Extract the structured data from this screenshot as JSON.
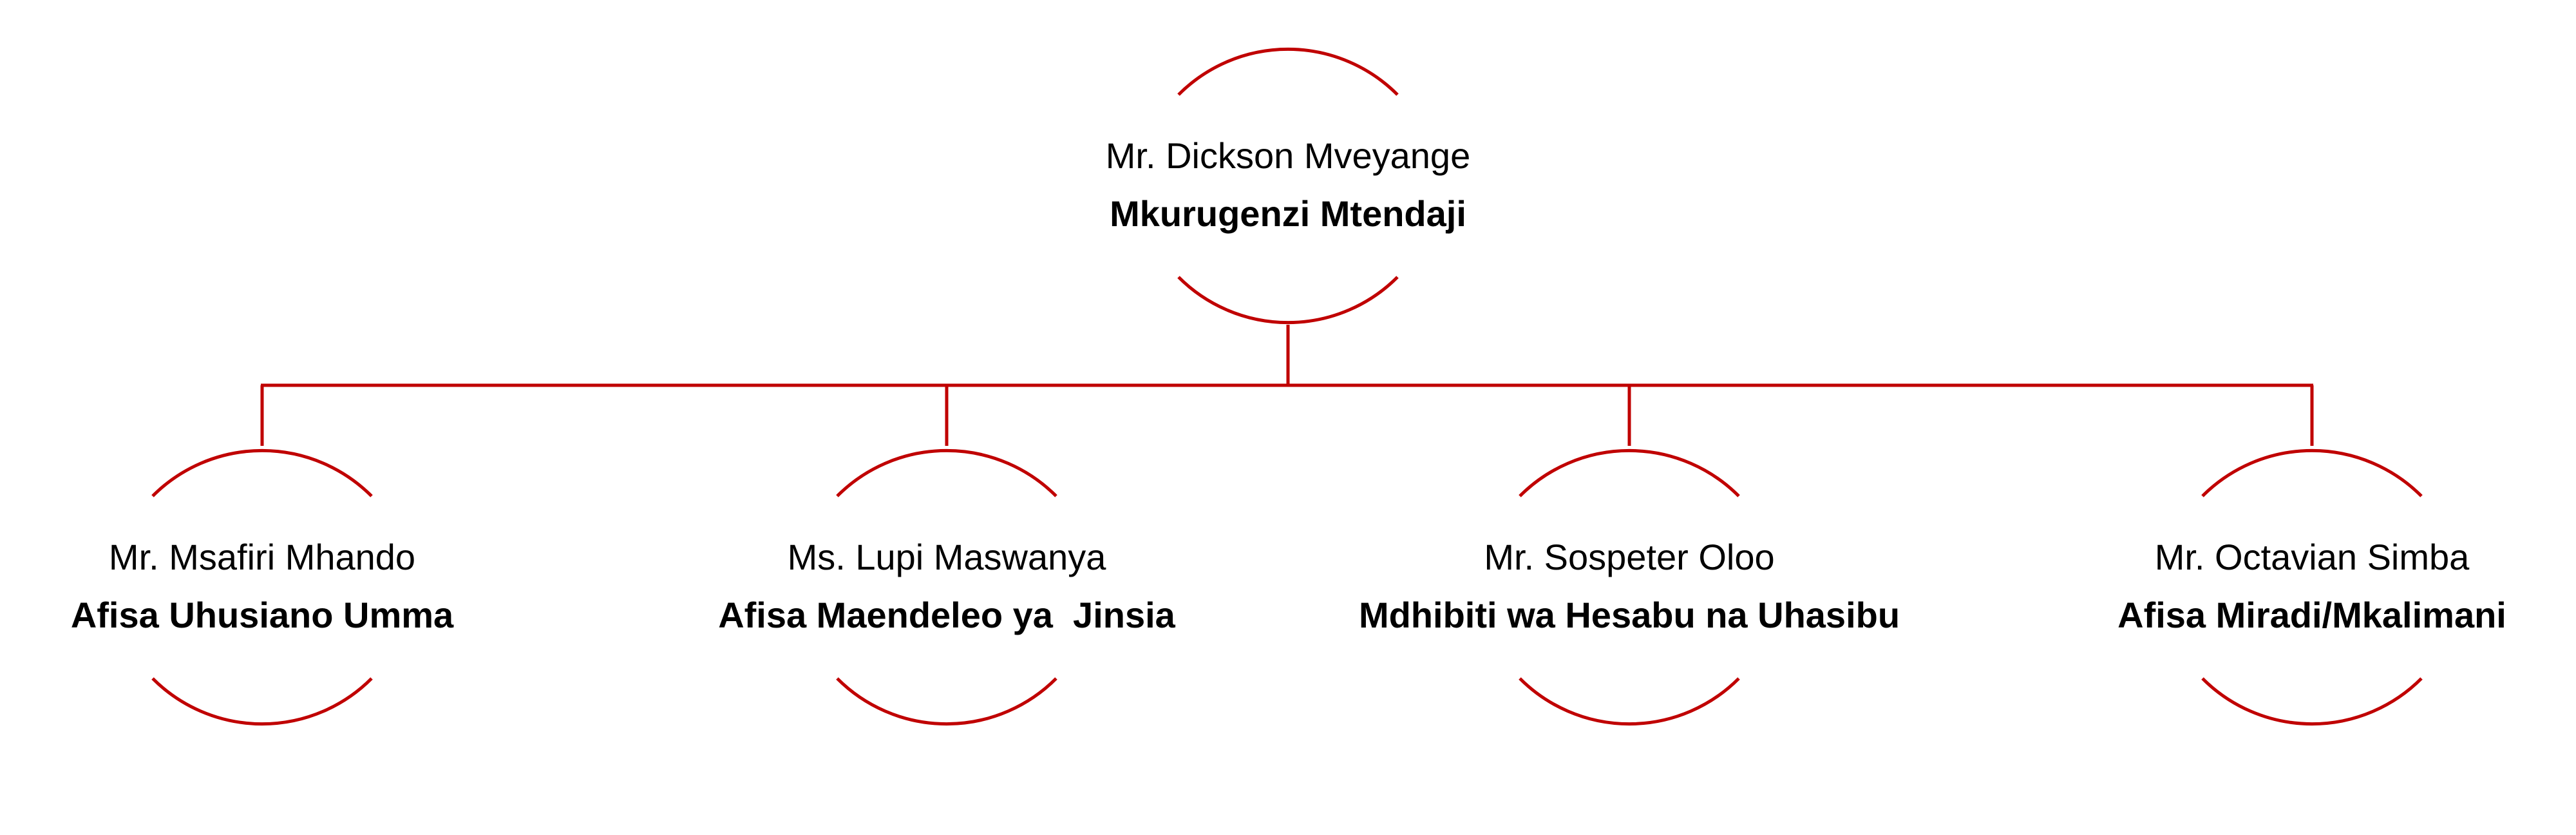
{
  "diagram": {
    "type": "org-chart",
    "line_color": "#c00000",
    "text_color": "#000000",
    "root": {
      "name": "Mr. Dickson Mveyange",
      "title": "Mkurugenzi Mtendaji"
    },
    "children": [
      {
        "name": "Mr. Msafiri Mhando",
        "title": "Afisa Uhusiano Umma"
      },
      {
        "name": "Ms. Lupi Maswanya",
        "title": "Afisa Maendeleo ya  Jinsia"
      },
      {
        "name": "Mr. Sospeter Oloo",
        "title": "Mdhibiti wa Hesabu na Uhasibu"
      },
      {
        "name": "Mr. Octavian Simba",
        "title": "Afisa Miradi/Mkalimani"
      }
    ]
  }
}
